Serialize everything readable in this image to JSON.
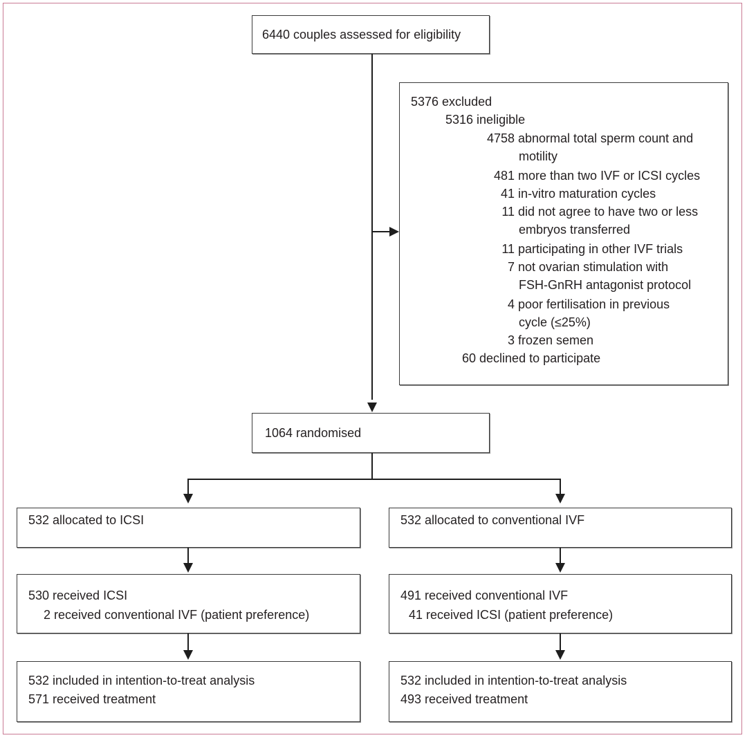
{
  "diagram": {
    "type": "CONSORT flow diagram",
    "assessed": "6440 couples assessed for eligibility",
    "excluded": {
      "total": "5376 excluded",
      "ineligible": "5316 ineligible",
      "reasons": [
        {
          "count": "4758",
          "text": "abnormal total sperm count and",
          "cont": "motility"
        },
        {
          "count": "481",
          "text": "more than two IVF or ICSI cycles"
        },
        {
          "count": "41",
          "text": "in-vitro maturation cycles"
        },
        {
          "count": "11",
          "text": "did not agree to have two or less",
          "cont": "embryos transferred"
        },
        {
          "count": "11",
          "text": "participating in other IVF trials"
        },
        {
          "count": "7",
          "text": "not ovarian stimulation with",
          "cont": "FSH-GnRH antagonist protocol"
        },
        {
          "count": "4",
          "text": "poor fertilisation in previous",
          "cont": "cycle (≤25%)"
        },
        {
          "count": "3",
          "text": "frozen semen"
        }
      ],
      "declined": "60 declined to participate"
    },
    "randomised": "1064 randomised",
    "left_arm": {
      "allocated": "532 allocated to ICSI",
      "received_main": "530 received ICSI",
      "received_sub": "2 received conventional IVF (patient preference)",
      "itt": "532 included in intention-to-treat analysis",
      "treatment": "571 received treatment"
    },
    "right_arm": {
      "allocated": "532 allocated to conventional IVF",
      "received_main": "491 received conventional IVF",
      "received_sub": "41 received ICSI (patient preference)",
      "itt": "532 included in intention-to-treat analysis",
      "treatment": "493 received treatment"
    },
    "colors": {
      "frame": "#c97a93",
      "box_border": "#3a3a3a",
      "text": "#231f20"
    }
  }
}
